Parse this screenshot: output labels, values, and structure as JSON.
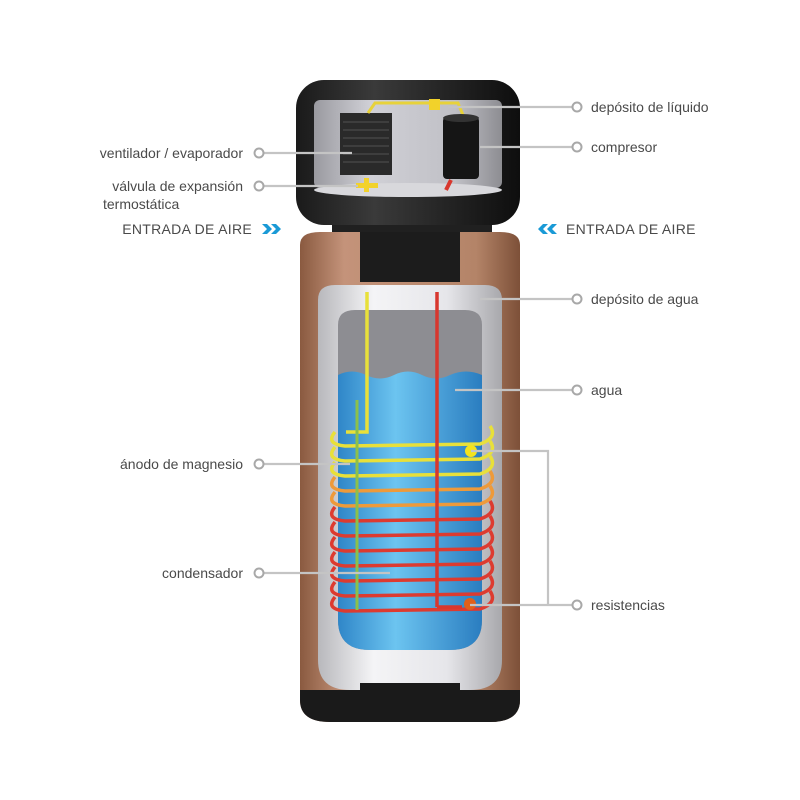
{
  "labels": {
    "left": {
      "fan_evaporator": "ventilador / evaporador",
      "expansion_valve_1": "válvula de expansión",
      "expansion_valve_2": "termostática",
      "magnesium_anode": "ánodo de magnesio",
      "condenser": "condensador"
    },
    "right": {
      "liquid_tank": "depósito de líquido",
      "compressor": "compresor",
      "water_tank": "depósito de agua",
      "water": "agua",
      "resistors": "resistencias"
    },
    "air_inlet_left": "ENTRADA DE AIRE",
    "air_inlet_right": "ENTRADA DE AIRE"
  },
  "colors": {
    "accent_blue": "#1a9ad6",
    "water": "#4aa8e0",
    "copper": "#b07a5c",
    "coil_yellow": "#e8e03a",
    "coil_orange": "#ee9a3a",
    "coil_red": "#dd3b30",
    "leader_gray": "#c4c4c4"
  }
}
